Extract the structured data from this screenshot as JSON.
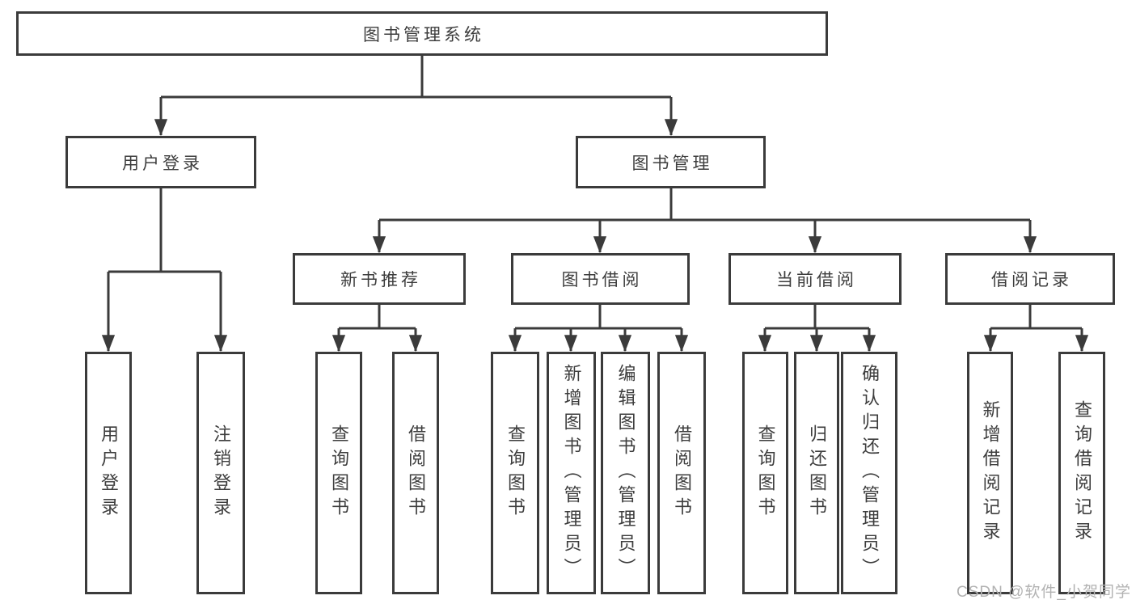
{
  "colors": {
    "background": "#ffffff",
    "line": "#3b3b3b",
    "box_border": "#3b3b3b",
    "text": "#3d3d3d",
    "watermark": "#b2b2b2"
  },
  "watermark": {
    "text": "CSDN @软件_小贺同学"
  },
  "tree": {
    "label": "图书管理系统",
    "children": [
      {
        "label": "用户登录",
        "children": [
          {
            "label": "用户登录"
          },
          {
            "label": "注销登录"
          }
        ]
      },
      {
        "label": "图书管理",
        "children": [
          {
            "label": "新书推荐",
            "children": [
              {
                "label": "查询图书"
              },
              {
                "label": "借阅图书"
              }
            ]
          },
          {
            "label": "图书借阅",
            "children": [
              {
                "label": "查询图书"
              },
              {
                "label": "新增图书（管理员）"
              },
              {
                "label": "编辑图书（管理员）"
              },
              {
                "label": "借阅图书"
              }
            ]
          },
          {
            "label": "当前借阅",
            "children": [
              {
                "label": "查询图书"
              },
              {
                "label": "归还图书"
              },
              {
                "label": "确认归还（管理员）"
              }
            ]
          },
          {
            "label": "借阅记录",
            "children": [
              {
                "label": "新增借阅记录"
              },
              {
                "label": "查询借阅记录"
              }
            ]
          }
        ]
      }
    ]
  }
}
